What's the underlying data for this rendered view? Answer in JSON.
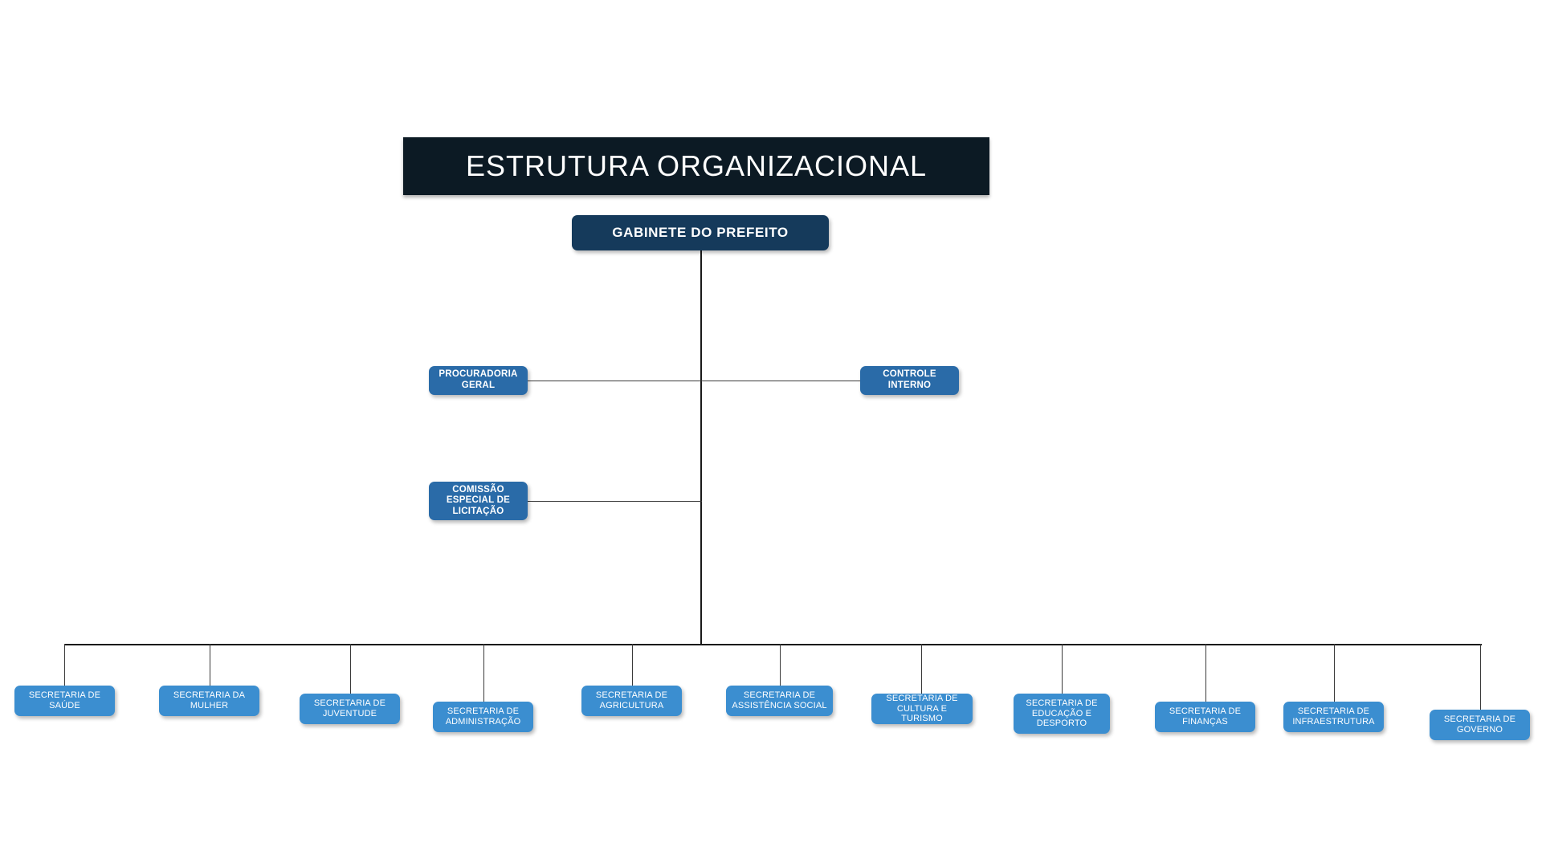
{
  "page": {
    "background_color": "#ffffff",
    "title_banner": {
      "text": "ESTRUTURA ORGANIZACIONAL",
      "background_color": "#0c1a24",
      "text_color": "#ffffff"
    }
  },
  "colors": {
    "root_box": "#153a5b",
    "staff_box": "#2a6ba8",
    "department_box": "#3b8ed0",
    "connector": "#1a1a1a",
    "label_text": "#ffffff"
  },
  "chart_data": {
    "type": "diagram",
    "diagram_kind": "organizational-chart",
    "title": "ESTRUTURA ORGANIZACIONAL",
    "root": {
      "id": "gabinete-do-prefeito",
      "label": "GABINETE DO PREFEITO",
      "level": 0,
      "box_color": "#153a5b"
    },
    "staff_units": [
      {
        "id": "procuradoria-geral",
        "label": "PROCURADORIA GERAL",
        "lines": [
          "PROCURADORIA",
          "GERAL"
        ],
        "side": "left",
        "level": 1,
        "box_color": "#2a6ba8",
        "reports_to": "gabinete-do-prefeito"
      },
      {
        "id": "controle-interno",
        "label": "CONTROLE INTERNO",
        "lines": [
          "CONTROLE",
          "INTERNO"
        ],
        "side": "right",
        "level": 1,
        "box_color": "#2a6ba8",
        "reports_to": "gabinete-do-prefeito"
      },
      {
        "id": "comissao-especial-de-licitacao",
        "label": "COMISSÃO ESPECIAL DE LICITAÇÃO",
        "lines": [
          "COMISSÃO",
          "ESPECIAL DE",
          "LICITAÇÃO"
        ],
        "side": "left",
        "level": 1,
        "box_color": "#2a6ba8",
        "reports_to": "gabinete-do-prefeito"
      }
    ],
    "departments": [
      {
        "id": "secretaria-de-saude",
        "label": "SECRETARIA DE SAÚDE",
        "lines": [
          "SECRETARIA DE",
          "SAÚDE"
        ],
        "order": 1,
        "level": 2,
        "box_color": "#3b8ed0",
        "reports_to": "gabinete-do-prefeito"
      },
      {
        "id": "secretaria-da-mulher",
        "label": "SECRETARIA DA MULHER",
        "lines": [
          "SECRETARIA DA",
          "MULHER"
        ],
        "order": 2,
        "level": 2,
        "box_color": "#3b8ed0",
        "reports_to": "gabinete-do-prefeito"
      },
      {
        "id": "secretaria-de-juventude",
        "label": "SECRETARIA DE JUVENTUDE",
        "lines": [
          "SECRETARIA DE",
          "JUVENTUDE"
        ],
        "order": 3,
        "level": 2,
        "box_color": "#3b8ed0",
        "reports_to": "gabinete-do-prefeito"
      },
      {
        "id": "secretaria-de-administracao",
        "label": "SECRETARIA DE ADMINISTRAÇÃO",
        "lines": [
          "SECRETARIA DE",
          "ADMINISTRAÇÃO"
        ],
        "order": 4,
        "level": 2,
        "box_color": "#3b8ed0",
        "reports_to": "gabinete-do-prefeito"
      },
      {
        "id": "secretaria-de-agricultura",
        "label": "SECRETARIA DE AGRICULTURA",
        "lines": [
          "SECRETARIA DE",
          "AGRICULTURA"
        ],
        "order": 5,
        "level": 2,
        "box_color": "#3b8ed0",
        "reports_to": "gabinete-do-prefeito"
      },
      {
        "id": "secretaria-de-assistencia-social",
        "label": "SECRETARIA DE ASSISTÊNCIA SOCIAL",
        "lines": [
          "SECRETARIA DE",
          "ASSISTÊNCIA SOCIAL"
        ],
        "order": 6,
        "level": 2,
        "box_color": "#3b8ed0",
        "reports_to": "gabinete-do-prefeito"
      },
      {
        "id": "secretaria-de-cultura-e-turismo",
        "label": "SECRETARIA DE CULTURA E TURISMO",
        "lines": [
          "SECRETARIA DE",
          "CULTURA E TURISMO"
        ],
        "order": 7,
        "level": 2,
        "box_color": "#3b8ed0",
        "reports_to": "gabinete-do-prefeito"
      },
      {
        "id": "secretaria-de-educacao-e-desporto",
        "label": "SECRETARIA DE EDUCAÇÃO E DESPORTO",
        "lines": [
          "SECRETARIA DE",
          "EDUCAÇÃO E",
          "DESPORTO"
        ],
        "order": 8,
        "level": 2,
        "box_color": "#3b8ed0",
        "reports_to": "gabinete-do-prefeito"
      },
      {
        "id": "secretaria-de-financas",
        "label": "SECRETARIA DE FINANÇAS",
        "lines": [
          "SECRETARIA DE",
          "FINANÇAS"
        ],
        "order": 9,
        "level": 2,
        "box_color": "#3b8ed0",
        "reports_to": "gabinete-do-prefeito"
      },
      {
        "id": "secretaria-de-infraestrutura",
        "label": "SECRETARIA DE INFRAESTRUTURA",
        "lines": [
          "SECRETARIA DE",
          "INFRAESTRUTURA"
        ],
        "order": 10,
        "level": 2,
        "box_color": "#3b8ed0",
        "reports_to": "gabinete-do-prefeito"
      },
      {
        "id": "secretaria-de-governo",
        "label": "SECRETARIA DE GOVERNO",
        "lines": [
          "SECRETARIA DE",
          "GOVERNO"
        ],
        "order": 11,
        "level": 2,
        "box_color": "#3b8ed0",
        "reports_to": "gabinete-do-prefeito"
      }
    ],
    "counts": {
      "staff_units": 3,
      "departments": 11,
      "total_nodes": 15
    }
  }
}
